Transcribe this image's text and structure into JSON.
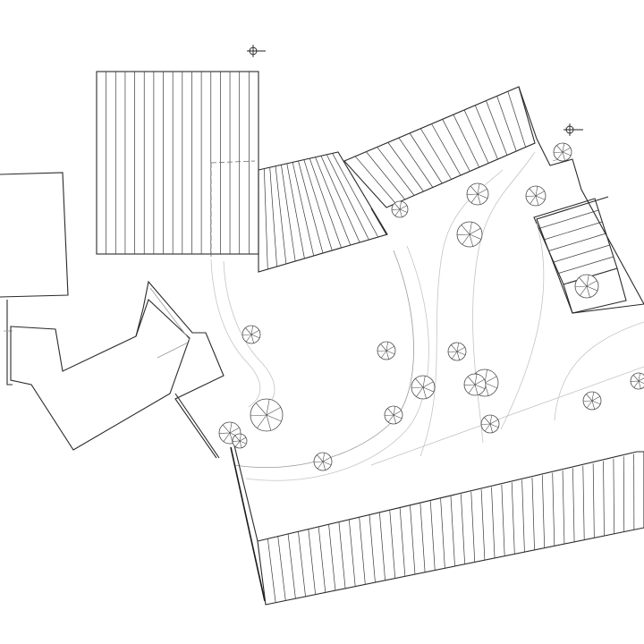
{
  "drawing": {
    "type": "architectural site plan",
    "background_color": "#ffffff",
    "line_color": "#2a2a2a",
    "secondary_line_color": "#9a9a9a",
    "text_labels": []
  },
  "elements": {
    "roofs": [
      "roof-top-left",
      "roof-upper-middle",
      "roof-upper-right",
      "roof-bottom"
    ],
    "buildings": [
      "building-left",
      "building-angled-left",
      "stair-block-right"
    ],
    "landscape": [
      "curved-path-left",
      "curved-path-center",
      "curved-path-right"
    ],
    "markers": [
      "marker-top-center",
      "marker-top-right"
    ],
    "tree_icon": "tree-symbol-icon"
  }
}
